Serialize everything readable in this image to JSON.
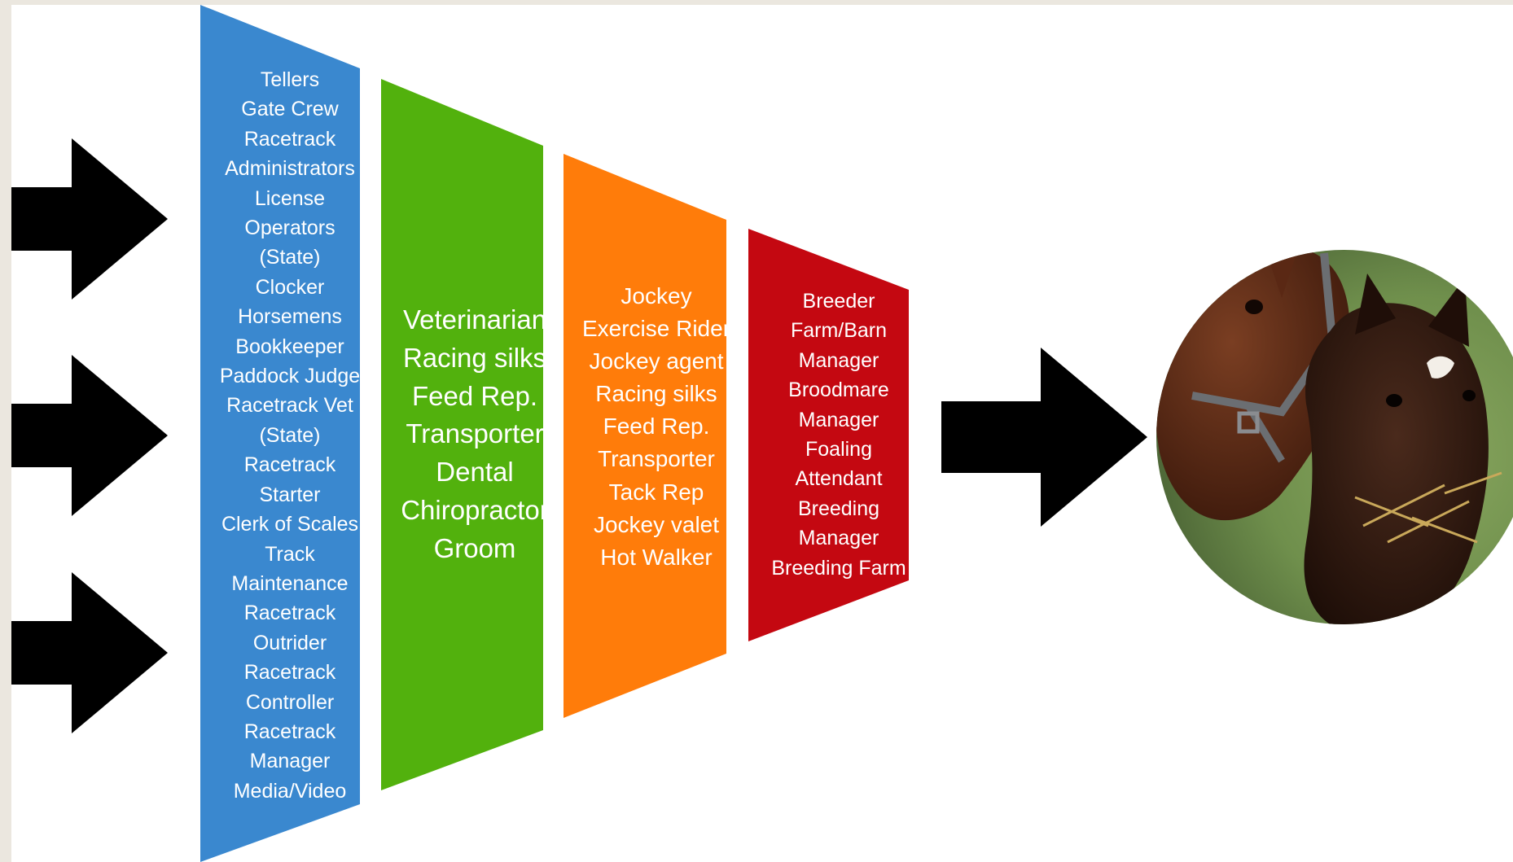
{
  "colors": {
    "background": "#ebe7df",
    "canvas": "#ffffff",
    "arrow": "#000000",
    "blue": "#3a88cf",
    "green": "#52b10d",
    "orange": "#ff7c0a",
    "red": "#c40811",
    "text": "#ffffff"
  },
  "columns": {
    "blue": {
      "lines": [
        "Tellers",
        "Gate Crew",
        "Racetrack",
        "Administrators",
        "License",
        "Operators",
        "(State)",
        "Clocker",
        "Horsemens",
        "Bookkeeper",
        "Paddock Judge",
        "Racetrack Vet",
        "(State)",
        "Racetrack",
        "Starter",
        "Clerk of Scales",
        "Track",
        "Maintenance",
        "Racetrack",
        "Outrider",
        "Racetrack",
        "Controller",
        "Racetrack",
        "Manager",
        "Media/Video"
      ]
    },
    "green": {
      "lines": [
        "Veterinarian",
        "Racing silks",
        "Feed Rep.",
        "Transporter",
        "Dental",
        "Chiropractor",
        "Groom"
      ]
    },
    "orange": {
      "lines": [
        "Jockey",
        "Exercise Rider",
        "Jockey agent",
        "Racing silks",
        "Feed Rep.",
        "Transporter",
        "Tack Rep",
        "Jockey valet",
        "Hot Walker"
      ]
    },
    "red": {
      "lines": [
        "Breeder",
        "Farm/Barn",
        "Manager",
        "Broodmare",
        "Manager",
        "Foaling",
        "Attendant",
        "Breeding",
        "Manager",
        "Breeding Farm"
      ]
    }
  },
  "image": {
    "subject": "mare-and-foal-photo"
  }
}
